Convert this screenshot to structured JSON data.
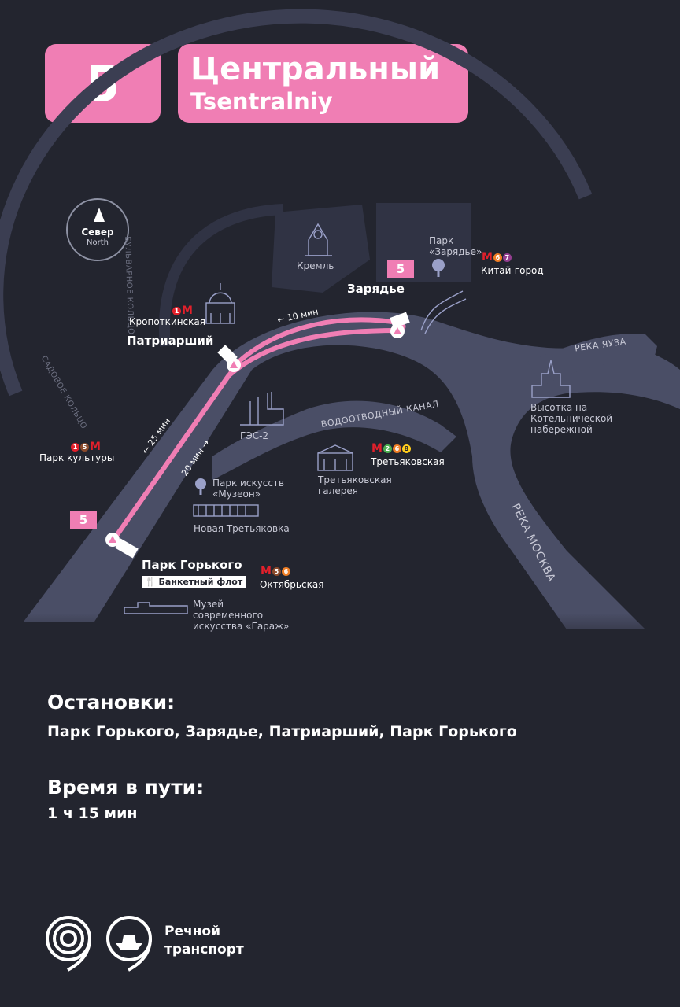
{
  "header": {
    "route_number": "5",
    "name_ru": "Центральный",
    "name_en": "Tsentralniy"
  },
  "compass": {
    "label_ru": "Север",
    "label_en": "North"
  },
  "rings": {
    "boulevard": "БУЛЬВАРНОЕ КОЛЬЦО",
    "garden": "САДОВОЕ КОЛЬЦО"
  },
  "rivers": {
    "yauza": "РЕКА ЯУЗА",
    "moskva": "РЕКА МОСКВА",
    "canal": "ВОДООТВОДНЫЙ КАНАЛ"
  },
  "piers": {
    "zaryadye": {
      "name": "Зарядье",
      "number": "5"
    },
    "patriarshiy": {
      "name": "Патриарший"
    },
    "gorky": {
      "name": "Парк Горького",
      "number": "5",
      "banquet": "Банкетный флот"
    }
  },
  "landmarks": {
    "kremlin": "Кремль",
    "park_zaryadye": "Парк «Зарядье»",
    "kotelnicheskaya": "Высотка на Котельнической набережной",
    "ges2": "ГЭС-2",
    "tretyakov": "Третьяковская галерея",
    "muzeon": "Парк искусств «Музеон»",
    "new_tretyakov": "Новая Третьяковка",
    "garage": "Музей современного искусства «Гараж»"
  },
  "metro": {
    "kitay_gorod": {
      "name": "Китай-город",
      "lines": [
        "6",
        "7"
      ]
    },
    "kropotkinskaya": {
      "name": "Кропоткинская",
      "lines": [
        "1"
      ]
    },
    "park_kultury": {
      "name": "Парк культуры",
      "lines": [
        "1",
        "5"
      ]
    },
    "tretyakovskaya": {
      "name": "Третьяковская",
      "lines": [
        "2",
        "6",
        "8"
      ]
    },
    "oktyabrskaya": {
      "name": "Октябрьская",
      "lines": [
        "5",
        "6"
      ]
    }
  },
  "line_colors": {
    "1": "#e3202b",
    "2": "#4caf50",
    "5": "#8b4a2b",
    "6": "#f07e24",
    "7": "#943e90",
    "8": "#ffcd1c"
  },
  "times": {
    "t10": "← 10 мин",
    "t25": "← 25 мин",
    "t20": "20 мин →"
  },
  "info": {
    "stops_title": "Остановки:",
    "stops_text": "Парк Горького, Зарядье, Патриарший, Парк Горького",
    "time_title": "Время в пути:",
    "time_text": "1 ч 15 мин"
  },
  "brand": {
    "line1": "Речной",
    "line2": "транспорт"
  },
  "colors": {
    "background": "#23252f",
    "accent": "#f07eb4",
    "land": "#3b3e52",
    "river": "#4a4e66"
  }
}
